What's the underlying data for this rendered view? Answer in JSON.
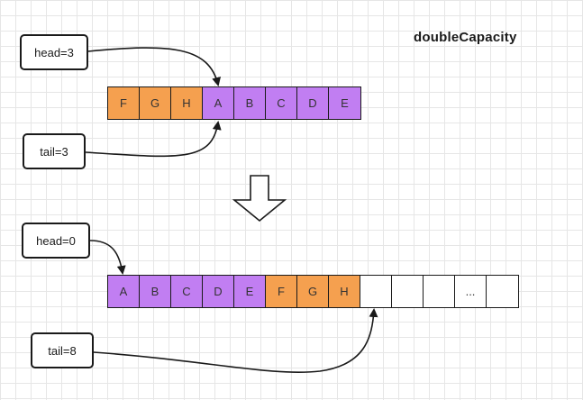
{
  "title": "doubleCapacity",
  "before": {
    "head_label": "head=3",
    "tail_label": "tail=3",
    "cells": [
      {
        "text": "F",
        "kind": "orange"
      },
      {
        "text": "G",
        "kind": "orange"
      },
      {
        "text": "H",
        "kind": "orange"
      },
      {
        "text": "A",
        "kind": "purple"
      },
      {
        "text": "B",
        "kind": "purple"
      },
      {
        "text": "C",
        "kind": "purple"
      },
      {
        "text": "D",
        "kind": "purple"
      },
      {
        "text": "E",
        "kind": "purple"
      }
    ]
  },
  "after": {
    "head_label": "head=0",
    "tail_label": "tail=8",
    "cells": [
      {
        "text": "A",
        "kind": "purple"
      },
      {
        "text": "B",
        "kind": "purple"
      },
      {
        "text": "C",
        "kind": "purple"
      },
      {
        "text": "D",
        "kind": "purple"
      },
      {
        "text": "E",
        "kind": "purple"
      },
      {
        "text": "F",
        "kind": "orange"
      },
      {
        "text": "G",
        "kind": "orange"
      },
      {
        "text": "H",
        "kind": "orange"
      },
      {
        "text": "",
        "kind": "empty"
      },
      {
        "text": "",
        "kind": "empty"
      },
      {
        "text": "",
        "kind": "empty"
      },
      {
        "text": "...",
        "kind": "empty"
      },
      {
        "text": "",
        "kind": "empty"
      }
    ]
  },
  "colors": {
    "orange": "#f5a04f",
    "purple": "#c17ef2",
    "empty": "#ffffff"
  }
}
